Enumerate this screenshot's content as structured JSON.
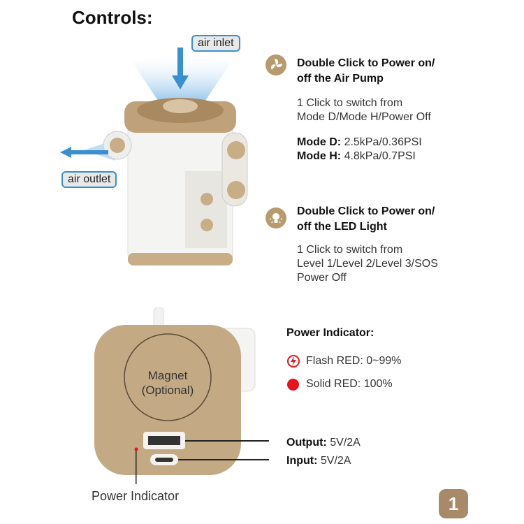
{
  "title": "Controls:",
  "labels": {
    "air_inlet": "air inlet",
    "air_outlet": "air outlet"
  },
  "pump_button": {
    "title_line1": "Double Click to Power on/",
    "title_line2": "off the Air Pump",
    "desc_line1": "1 Click to switch from",
    "desc_line2": "Mode D/Mode H/Power Off",
    "mode_d_label": "Mode D:",
    "mode_d_value": "2.5kPa/0.36PSI",
    "mode_h_label": "Mode H:",
    "mode_h_value": "4.8kPa/0.7PSI",
    "icon": "fan-icon"
  },
  "light_button": {
    "title_line1": "Double Click to Power on/",
    "title_line2": "off the LED Light",
    "desc_line1": "1 Click to switch from",
    "desc_line2": "Level 1/Level 2/Level 3/SOS",
    "desc_line3": "Power Off",
    "icon": "bulb-icon"
  },
  "device_bottom": {
    "magnet_line1": "Magnet",
    "magnet_line2": "(Optional)",
    "power_indicator_callout": "Power Indicator"
  },
  "indicator": {
    "title": "Power Indicator:",
    "flash": "Flash RED: 0~99%",
    "solid": "Solid RED: 100%",
    "red": "#e8141b"
  },
  "ports": {
    "output_label": "Output:",
    "output_value": "5V/2A",
    "input_label": "Input:",
    "input_value": "5V/2A"
  },
  "page_badge": "1",
  "colors": {
    "tan": "#b89a6e",
    "accent_blue": "#3a8fd0"
  }
}
